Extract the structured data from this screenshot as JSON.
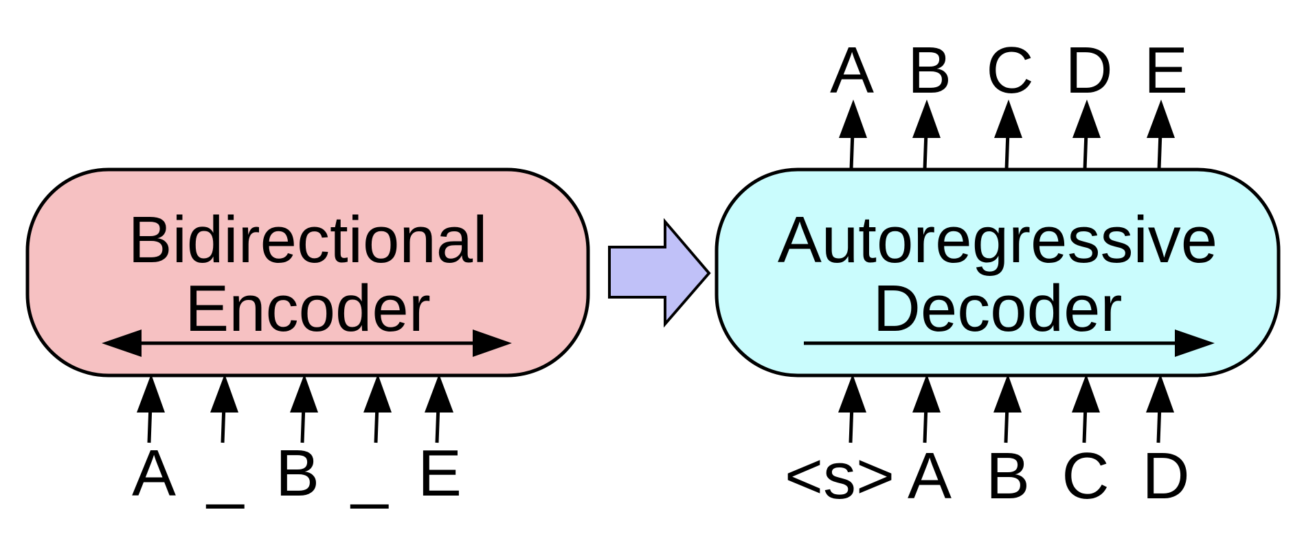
{
  "encoder": {
    "line1": "Bidirectional",
    "line2": "Encoder",
    "fill": "#f6c1c2",
    "inputs": [
      "A",
      "_",
      "B",
      "_",
      "E"
    ]
  },
  "decoder": {
    "line1": "Autoregressive",
    "line2": "Decoder",
    "fill": "#cafcfd",
    "inputs": [
      "<s>",
      "A",
      "B",
      "C",
      "D"
    ],
    "outputs": [
      "A",
      "B",
      "C",
      "D",
      "E"
    ]
  },
  "connector": {
    "fill": "#c0c1f8",
    "icon": "block-arrow-right"
  }
}
